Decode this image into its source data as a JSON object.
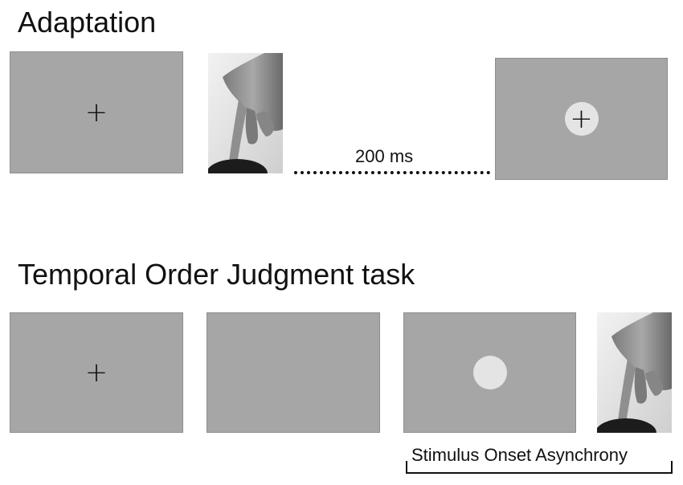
{
  "adaptation": {
    "title": "Adaptation",
    "fixation_symbol": "+",
    "delay_label": "200 ms",
    "target_symbol": "+"
  },
  "toj": {
    "title": "Temporal Order Judgment task",
    "fixation_symbol": "+",
    "soa_label": "Stimulus Onset Asynchrony"
  },
  "colors": {
    "panel": "#a6a6a6",
    "disk": "#e4e4e4"
  }
}
